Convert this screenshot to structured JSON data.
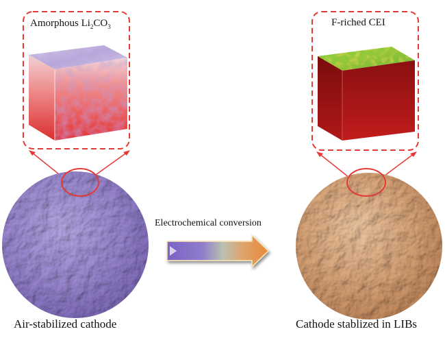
{
  "left_panel": {
    "label_main": "Amorphous Li",
    "label_sub1": "2",
    "label_mid": "CO",
    "label_sub2": "3",
    "caption": "Air-stabilized cathode"
  },
  "right_panel": {
    "label": "F-riched CEI",
    "caption": "Cathode stablized in LIBs"
  },
  "arrow": {
    "label": "Electrochemical conversion"
  },
  "colors": {
    "dash_box": "#e53935",
    "left_sphere": "#9b8ad0",
    "right_sphere": "#d9a478",
    "cube_side_left": "#e23a3a",
    "cube_top_left": "#cdbfe8",
    "cube_top_right": "#6fbf3a",
    "cube_side_right": "#a81414"
  }
}
